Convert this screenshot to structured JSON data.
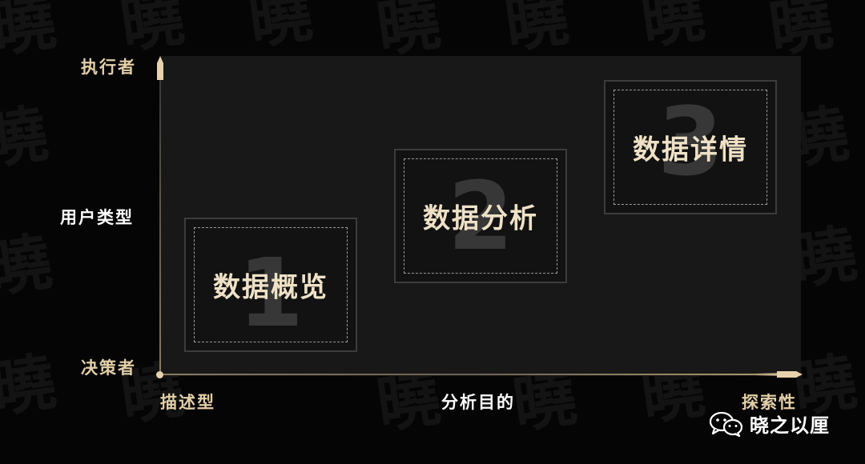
{
  "watermark": "曉",
  "axes": {
    "y_top": "执行者",
    "y_title": "用户类型",
    "y_bottom": "决策者",
    "x_left": "描述型",
    "x_title": "分析目的",
    "x_right": "探索性"
  },
  "boxes": [
    {
      "number": "1",
      "label": "数据概览"
    },
    {
      "number": "2",
      "label": "数据分析"
    },
    {
      "number": "3",
      "label": "数据详情"
    }
  ],
  "brand": {
    "name": "晓之以厘",
    "icon": "wechat-icon"
  },
  "colors": {
    "axis_label": "#e2cfa8",
    "box_label": "#eee1c6",
    "panel": "#181818"
  }
}
